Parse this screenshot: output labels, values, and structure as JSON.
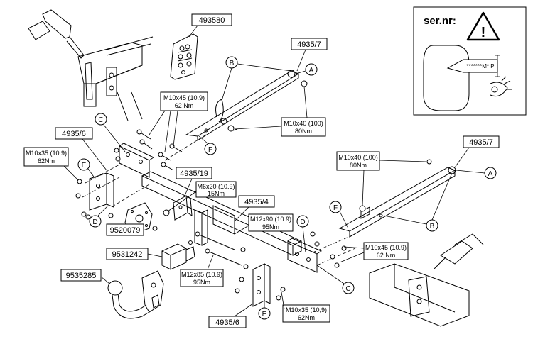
{
  "parts": {
    "bracket_kit": "493580",
    "right_sidemember": "4935/7",
    "left_bracket": "4935/6",
    "left_bracket_bottom": "4935/6",
    "electrics": "4935/19",
    "crossbar": "4935/4",
    "socket_plate": "9520079",
    "socket": "9531242",
    "ball": "9535285"
  },
  "sidemember_label_left": "4935/7",
  "sidemember_label_right": "4935/7",
  "bolts": {
    "b_top_left": [
      "M10x45 (10.9)",
      "62 Nm"
    ],
    "b_top_right": [
      "M10x40 (100)",
      "80Nm"
    ],
    "b_left": [
      "M10x35 (10.9)",
      "62Nm"
    ],
    "b_mid_right": [
      "M10x40 (100)",
      "80Nm"
    ],
    "b_electric": [
      "M6x20 (10.9)",
      "15Nm"
    ],
    "b_center": [
      "M12x90 (10.9)",
      "95Nm"
    ],
    "b_lower_right": [
      "M10x45 (10.9)",
      "62 Nm"
    ],
    "b_bottom": [
      "M12x85 (10.9)",
      "95Nm"
    ],
    "b_bottom_right": [
      "M10x35 (10,9)",
      "62Nm"
    ]
  },
  "letters": {
    "A": "A",
    "B": "B",
    "C": "C",
    "D": "D",
    "E": "E",
    "F": "F"
  },
  "serial": {
    "title": "ser.nr:",
    "plate_text": "*******M* P"
  }
}
